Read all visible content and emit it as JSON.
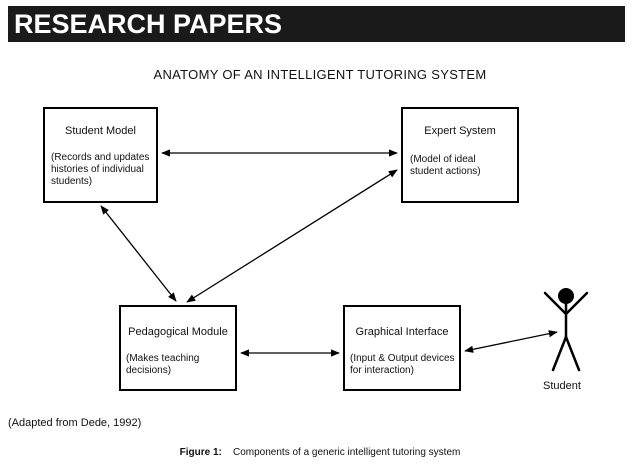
{
  "header": {
    "banner": "RESEARCH PAPERS"
  },
  "diagram": {
    "title": "ANATOMY OF AN INTELLIGENT TUTORING SYSTEM",
    "boxes": {
      "student_model": {
        "title": "Student Model",
        "description": "(Records and updates histories of individual students)"
      },
      "expert_system": {
        "title": "Expert System",
        "description": "(Model of ideal student actions)"
      },
      "pedagogical_module": {
        "title": "Pedagogical Module",
        "description": "(Makes teaching decisions)"
      },
      "graphical_interface": {
        "title": "Graphical Interface",
        "description": "(Input & Output devices for interaction)"
      }
    },
    "student_label": "Student",
    "connections": [
      {
        "from": "Student Model",
        "to": "Expert System",
        "type": "bidirectional"
      },
      {
        "from": "Student Model",
        "to": "Pedagogical Module",
        "type": "bidirectional"
      },
      {
        "from": "Expert System",
        "to": "Pedagogical Module",
        "type": "bidirectional"
      },
      {
        "from": "Pedagogical Module",
        "to": "Graphical Interface",
        "type": "bidirectional"
      },
      {
        "from": "Graphical Interface",
        "to": "Student",
        "type": "bidirectional"
      }
    ],
    "icons": {
      "student": "stick-figure-icon"
    }
  },
  "source_note": "(Adapted from Dede, 1992)",
  "caption": {
    "label": "Figure 1:",
    "text": "Components of a generic intelligent tutoring system"
  }
}
